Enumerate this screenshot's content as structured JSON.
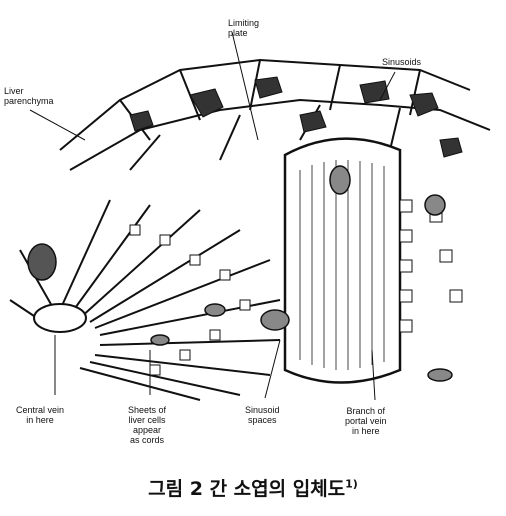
{
  "labels": {
    "limiting_plate": "Limiting\nplate",
    "sinusoids": "Sinusoids",
    "liver_parenchyma": "Liver\nparenchyma",
    "central_vein": "Central vein\nin here",
    "sheets_liver_cells": "Sheets of\nliver cells\nappear\nas cords",
    "sinusoid_spaces": "Sinusoid\nspaces",
    "portal_vein": "Branch of\nportal vein\nin here"
  },
  "caption": {
    "text": "그림 2  간 소엽의 입체도",
    "superscript": "1)"
  },
  "colors": {
    "ink": "#111111",
    "paper": "#ffffff"
  }
}
